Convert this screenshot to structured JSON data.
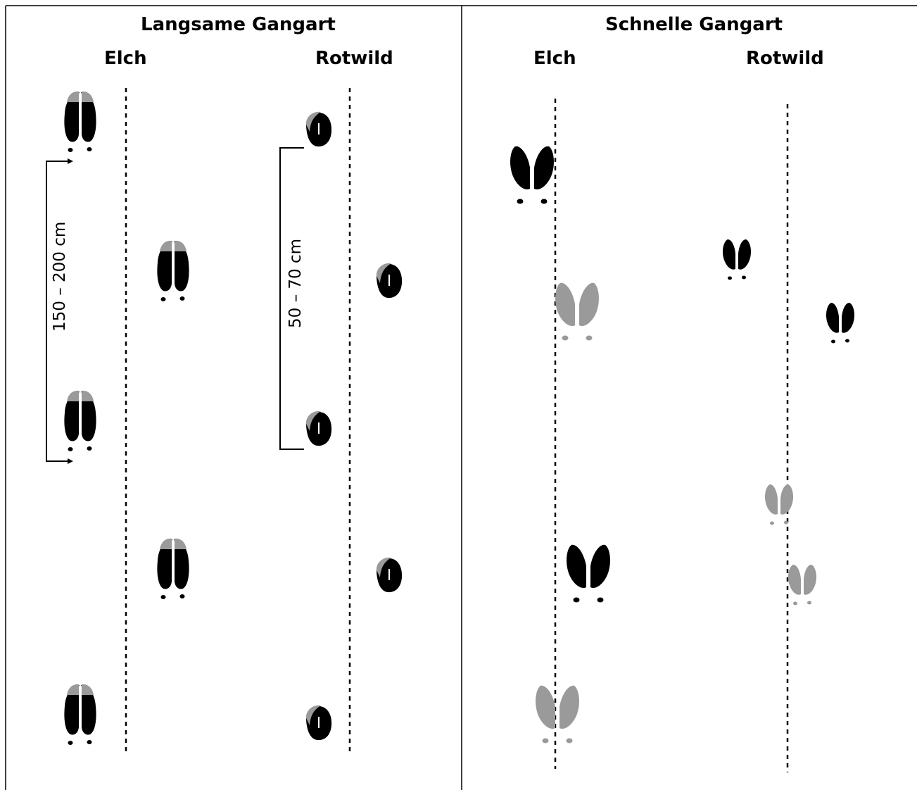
{
  "panels": [
    {
      "title": "Langsame Gangart",
      "columns": [
        "Elch",
        "Rotwild"
      ],
      "measurements": [
        "150 – 200 cm",
        "50 – 70 cm"
      ]
    },
    {
      "title": "Schnelle Gangart",
      "columns": [
        "Elch",
        "Rotwild"
      ]
    }
  ],
  "colors": {
    "print_dark": "#000000",
    "print_light": "#9a9a9a",
    "border": "#000000"
  }
}
